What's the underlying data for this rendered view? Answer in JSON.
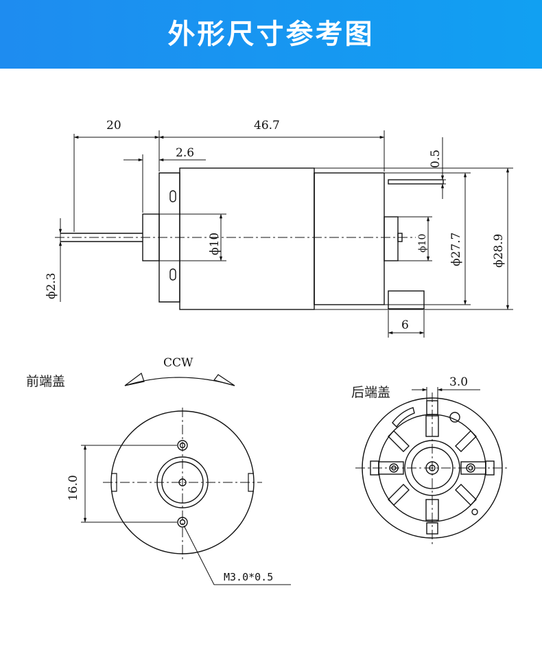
{
  "header": {
    "title": "外形尺寸参考图"
  },
  "side_view": {
    "dims": {
      "shaft_length": "20",
      "body_length": "46.7",
      "boss_height": "2.6",
      "terminal_thickness": "0.5",
      "boss_diameter": "ϕ10",
      "rear_boss_diameter": "ϕ10",
      "body_diameter_small": "ϕ27.7",
      "body_diameter_large": "ϕ28.9",
      "shaft_diameter": "ϕ2.3",
      "terminal_width": "6"
    }
  },
  "front_view": {
    "label": "前端盖",
    "rotation": "CCW",
    "hole_spacing": "16.0",
    "screw_spec": "M3.0*0.5"
  },
  "rear_view": {
    "label": "后端盖",
    "terminal_dim": "3.0"
  },
  "colors": {
    "banner": "#1e8cf0",
    "line": "#111111"
  }
}
